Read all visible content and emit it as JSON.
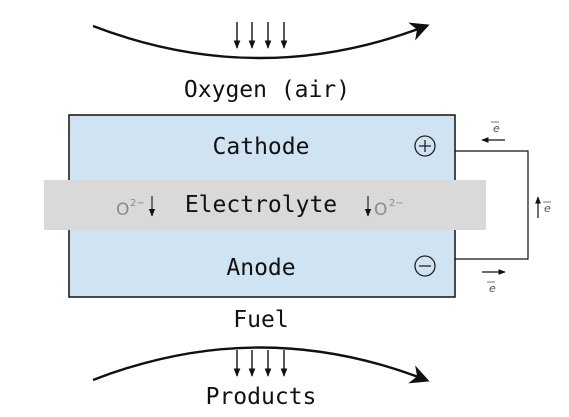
{
  "labels": {
    "oxygen": "Oxygen (air)",
    "cathode": "Cathode",
    "electrolyte": "Electrolyte",
    "anode": "Anode",
    "fuel": "Fuel",
    "products": "Products",
    "ion_left": "O",
    "ion_right": "O",
    "ion_charge": "2−",
    "electron": "e",
    "plus_symbol": "+",
    "minus_symbol": "−"
  },
  "colors": {
    "cell_fill": "#cfe3f3",
    "electrolyte_fill": "#d9d9d9",
    "stroke": "#111111",
    "ion_text": "#8a8a8a"
  },
  "icons": {
    "terminal_positive": "plus-circle-icon",
    "terminal_negative": "minus-circle-icon",
    "flow_arrow": "curved-arrow-icon"
  }
}
